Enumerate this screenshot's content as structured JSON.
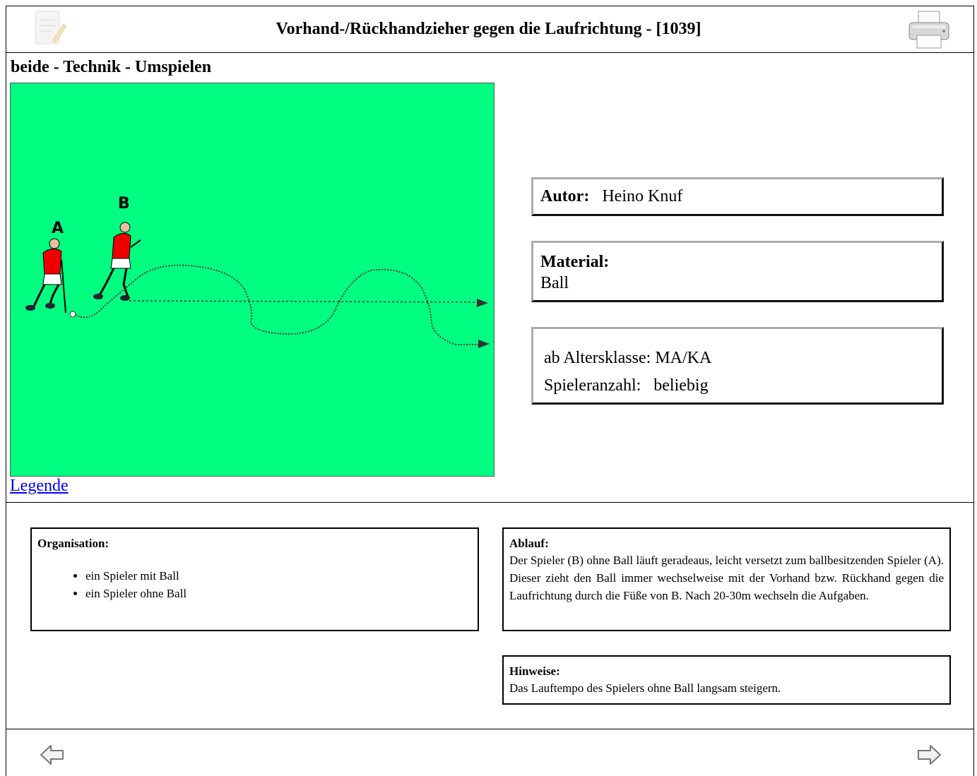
{
  "header": {
    "title": "Vorhand-/Rückhandzieher gegen die Laufrichtung - [1039]",
    "left_icon": "notepad-icon",
    "right_icon": "printer-icon"
  },
  "category": "beide - Technik - Umspielen",
  "diagram": {
    "player_a_label": "A",
    "player_b_label": "B",
    "background_color": "#00ff80",
    "legend_link": "Legende"
  },
  "info": {
    "autor_label": "Autor:",
    "autor_value": "Heino Knuf",
    "material_label": "Material:",
    "material_value": "Ball",
    "altersklasse_label": "ab Altersklasse:",
    "altersklasse_value": "MA/KA",
    "spieleranzahl_label": "Spieleranzahl:",
    "spieleranzahl_value": "beliebig"
  },
  "organisation": {
    "heading": "Organisation:",
    "items": [
      "ein Spieler mit Ball",
      "ein Spieler ohne Ball"
    ]
  },
  "ablauf": {
    "heading": "Ablauf:",
    "text": "Der Spieler (B) ohne Ball läuft geradeaus, leicht versetzt zum ballbesitzenden Spieler (A). Dieser zieht den Ball immer wechselweise mit der Vorhand bzw. Rückhand gegen die Laufrichtung durch die Füße von B. Nach 20-30m wechseln die Aufgaben."
  },
  "hinweise": {
    "heading": "Hinweise:",
    "text": "Das Lauftempo des Spielers ohne Ball langsam steigern."
  },
  "footer": {
    "prev_icon": "arrow-left-icon",
    "next_icon": "arrow-right-icon"
  }
}
